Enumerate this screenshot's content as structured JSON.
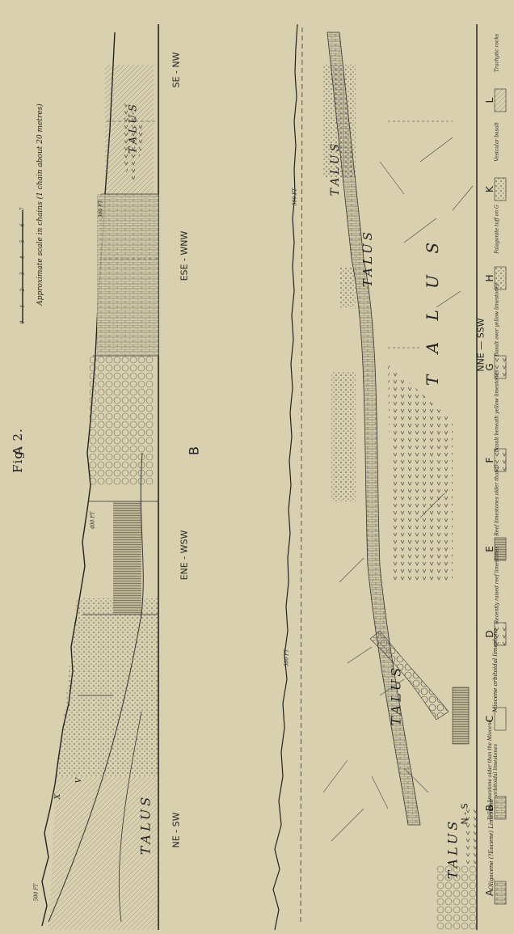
{
  "figure": {
    "label": "Fig. 2."
  },
  "sectionA": {
    "letter": "A",
    "scale_title": "Approximate scale in chains (1 chain about 20 metres)",
    "scale_ticks": [
      "0",
      "1",
      "2",
      "3",
      "4",
      "5",
      "6",
      "7"
    ],
    "height_labels": [
      "500 FT",
      "400 FT",
      "300 FT"
    ],
    "directions": [
      "NE - SW",
      "ENE - WSW",
      "ESE - WNW",
      "SE - NW"
    ],
    "talus": [
      "TALUS",
      "TALUS"
    ],
    "point_labels": [
      "X",
      "V"
    ]
  },
  "sectionB": {
    "letter": "B",
    "height_labels": [
      "500 FT",
      "500 FT"
    ],
    "directions": [
      "N - S",
      "NNE — SSW"
    ],
    "talus": [
      "TALUS",
      "TALUS",
      "TALUS",
      "TALUS",
      "T A L U S"
    ]
  },
  "legend": [
    {
      "letter": "A",
      "text": "Oligocene (?Eocene) Limestone"
    },
    {
      "letter": "B",
      "text": "Yellow limestone older than the Miocene orbitoidal limestones"
    },
    {
      "letter": "C",
      "text": "Miocene orbitoidal limestone"
    },
    {
      "letter": "D",
      "text": "Recently raised reef limestones"
    },
    {
      "letter": "E",
      "text": "Reef limestones older than D"
    },
    {
      "letter": "F",
      "text": "Basalt beneath yellow limestones"
    },
    {
      "letter": "G",
      "text": "Basalt over yellow limestones"
    },
    {
      "letter": "H",
      "text": "Palagonite tuff on G"
    },
    {
      "letter": "K",
      "text": "Vesicular basalt"
    },
    {
      "letter": "L",
      "text": "Trachytic rocks"
    }
  ]
}
